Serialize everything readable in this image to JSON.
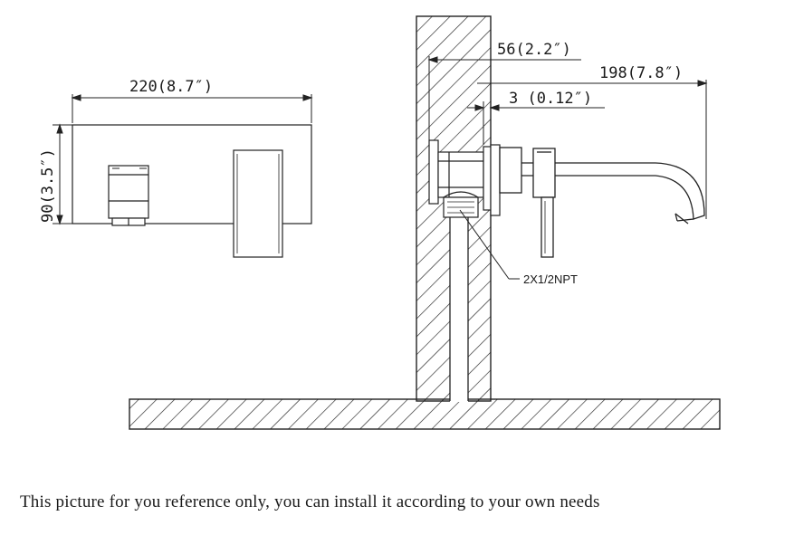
{
  "dimensions": {
    "front_width": "220(8.7″)",
    "front_height": "90(3.5″)",
    "wall_depth": "56(2.2″)",
    "spout_reach": "198(7.8″)",
    "plate_thickness": "3 (0.12″)",
    "pipe_thread": "2X1/2NPT"
  },
  "footer": {
    "note": "This  picture for you reference only, you can install it according to your own needs"
  }
}
